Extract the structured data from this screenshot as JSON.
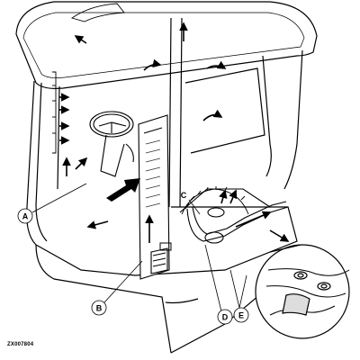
{
  "callouts": {
    "A": "A",
    "B": "B",
    "C": "C",
    "D": "D",
    "E": "E"
  },
  "figure_code": "ZX007804",
  "colors": {
    "line": "#000000",
    "fill": "#ffffff",
    "vent": "#333333"
  }
}
